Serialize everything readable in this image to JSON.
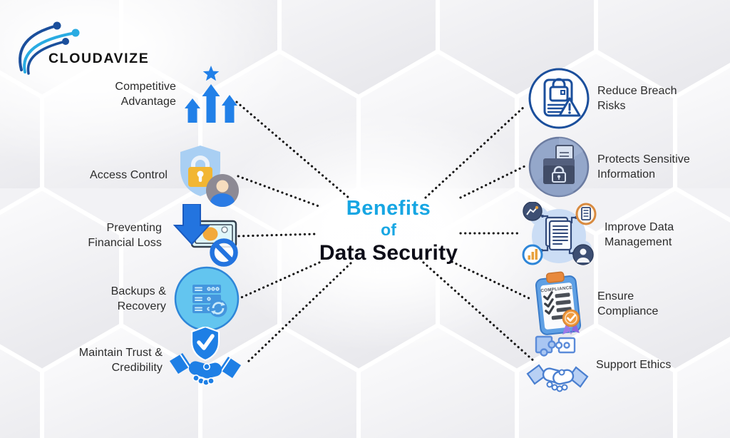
{
  "logo": {
    "name": "CLOUDAVIZE"
  },
  "title": {
    "line1": "Benefits",
    "line2": "of",
    "line3": "Data Security"
  },
  "left_items": [
    {
      "id": "competitive-advantage",
      "lines": [
        "Competitive",
        "Advantage"
      ],
      "icon": "growth-arrows-star-icon"
    },
    {
      "id": "access-control",
      "lines": [
        "Access Control"
      ],
      "icon": "shield-lock-user-icon"
    },
    {
      "id": "preventing-financial-loss",
      "lines": [
        "Preventing",
        "Financial Loss"
      ],
      "icon": "money-loss-icon"
    },
    {
      "id": "backups-recovery",
      "lines": [
        "Backups &",
        "Recovery"
      ],
      "icon": "server-recovery-icon"
    },
    {
      "id": "maintain-trust-credibility",
      "lines": [
        "Maintain Trust &",
        "Credibility"
      ],
      "icon": "handshake-shield-icon"
    }
  ],
  "right_items": [
    {
      "id": "reduce-breach-risks",
      "lines": [
        "Reduce Breach",
        "Risks"
      ],
      "icon": "breach-document-warning-icon"
    },
    {
      "id": "protects-sensitive-information",
      "lines": [
        "Protects Sensitive",
        "Information"
      ],
      "icon": "locked-folder-icon"
    },
    {
      "id": "improve-data-management",
      "lines": [
        "Improve Data",
        "Management"
      ],
      "icon": "data-network-icon"
    },
    {
      "id": "ensure-compliance",
      "lines": [
        "Ensure",
        "Compliance"
      ],
      "icon": "compliance-checklist-icon",
      "icon_text": "COMPLIANCE"
    },
    {
      "id": "support-ethics",
      "lines": [
        "Support Ethics"
      ],
      "icon": "puzzle-handshake-icon"
    }
  ],
  "colors": {
    "accent_cyan": "#17A6E3",
    "title_dark": "#0D0D18",
    "label_text": "#2B2B2B",
    "icon_blue": "#1E7FE5",
    "navy": "#1B4F9C",
    "connector": "#151515",
    "gold": "#F2B632",
    "orange": "#F09A3E"
  }
}
